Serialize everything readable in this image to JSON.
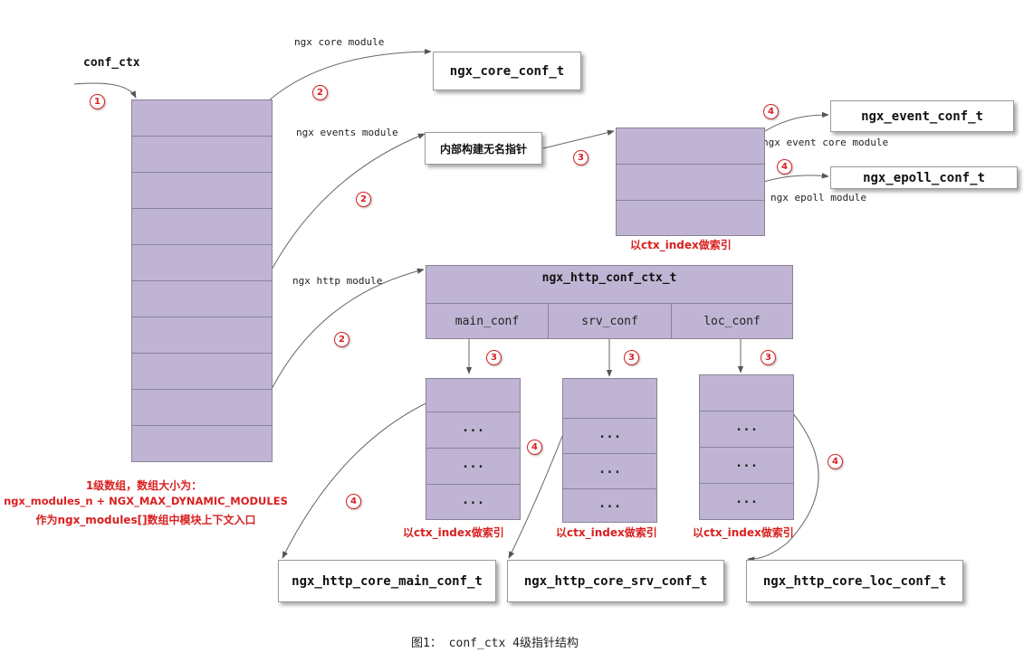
{
  "conf_ctx_label": "conf_ctx",
  "module_labels": {
    "core": "ngx core module",
    "events": "ngx events module",
    "http": "ngx http module",
    "event_core": "ngx event core module",
    "epoll": "ngx epoll module"
  },
  "boxes": {
    "core_conf": "ngx_core_conf_t",
    "anon": "内部构建无名指针",
    "event_conf": "ngx_event_conf_t",
    "epoll_conf": "ngx_epoll_conf_t",
    "http_core_main": "ngx_http_core_main_conf_t",
    "http_core_srv": "ngx_http_core_srv_conf_t",
    "http_core_loc": "ngx_http_core_loc_conf_t"
  },
  "http_ctx": {
    "title": "ngx_http_conf_ctx_t",
    "main": "main_conf",
    "srv": "srv_conf",
    "loc": "loc_conf"
  },
  "index_note": "以ctx_index做索引",
  "dots": "...",
  "array_note": {
    "line1": "1级数组，数组大小为：",
    "line2": "ngx_modules_n + NGX_MAX_DYNAMIC_MODULES",
    "line3": "作为ngx_modules[]数组中模块上下文入口"
  },
  "steps": {
    "s1": "1",
    "s2": "2",
    "s3": "3",
    "s4": "4"
  },
  "caption": "图1：  conf_ctx 4级指针结构",
  "colors": {
    "cell": "#c0b4d4",
    "note": "#d92020"
  }
}
